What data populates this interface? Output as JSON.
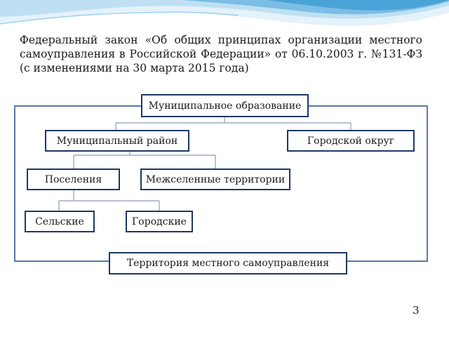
{
  "slide": {
    "title": "Федеральный закон «Об общих принципах организации местного самоуправления в Российской Федерации» от 06.10.2003 г. №131-ФЗ (с изменениями на 30 марта 2015 года)",
    "page_number": "3"
  },
  "diagram": {
    "municipal_formation": "Муниципальное образование",
    "municipal_district": "Муниципальный район",
    "city_district": "Городской округ",
    "settlements": "Поселения",
    "inter_settlement": "Межселенные территории",
    "rural": "Сельские",
    "urban": "Городские",
    "territory": "Территория местного самоуправления"
  },
  "colors": {
    "box_border": "#1f3864",
    "frame_border": "#5b78a8",
    "wave_light": "#cde6f5",
    "wave_mid": "#8fc6e8",
    "wave_dark": "#4aa3d6"
  }
}
